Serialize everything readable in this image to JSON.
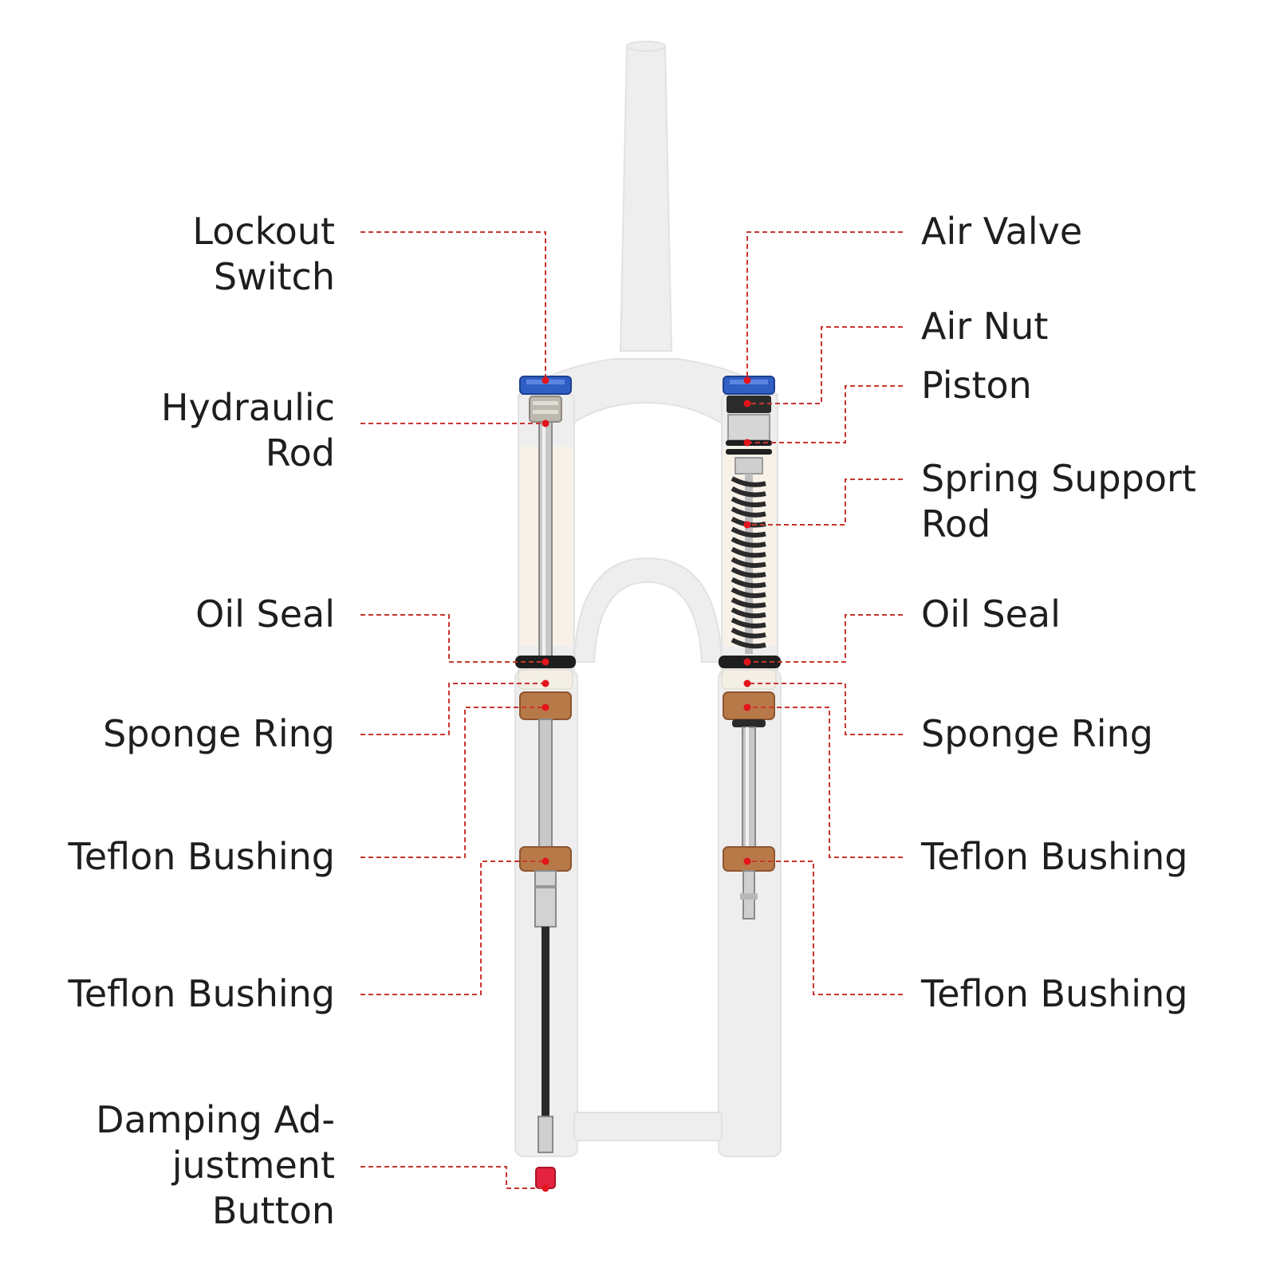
{
  "colors": {
    "leader": "#c6362f",
    "dot": "#e3141b",
    "fork_body": "#eeeeee",
    "bushing": "#b87948",
    "knob": "#2f5ec4",
    "damping_button": "#e4233f",
    "text": "#1e1e1e"
  },
  "labels": {
    "left": {
      "lockout_switch": [
        "Lockout",
        "Switch"
      ],
      "hydraulic_rod": [
        "Hydraulic",
        "Rod"
      ],
      "oil_seal": [
        "Oil Seal"
      ],
      "sponge_ring": [
        "Sponge Ring"
      ],
      "teflon_bushing_upper": [
        "Teflon Bushing"
      ],
      "teflon_bushing_lower": [
        "Teflon Bushing"
      ],
      "damping_adjustment_button": [
        "Damping Ad-",
        "justment",
        "Button"
      ]
    },
    "right": {
      "air_valve": [
        "Air Valve"
      ],
      "air_nut": [
        "Air Nut"
      ],
      "piston": [
        "Piston"
      ],
      "spring_support_rod": [
        "Spring Support",
        "Rod"
      ],
      "oil_seal": [
        "Oil Seal"
      ],
      "sponge_ring": [
        "Sponge Ring"
      ],
      "teflon_bushing_upper": [
        "Teflon Bushing"
      ],
      "teflon_bushing_lower": [
        "Teflon Bushing"
      ]
    }
  }
}
